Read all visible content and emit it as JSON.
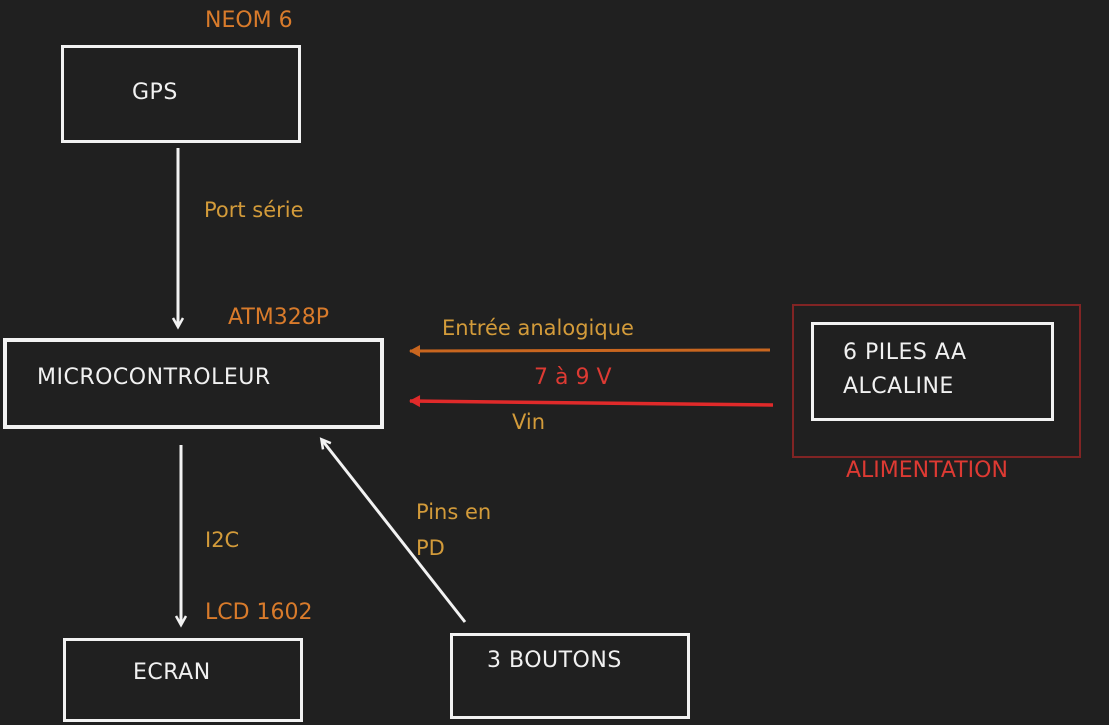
{
  "diagram": {
    "gps": {
      "label": "GPS",
      "module_label": "NEOM 6"
    },
    "microcontroller": {
      "label": "MICROCONTROLEUR",
      "chip_label": "ATM328P"
    },
    "screen": {
      "label": "ECRAN",
      "module_label": "LCD 1602"
    },
    "buttons": {
      "label": "3 BOUTONS"
    },
    "power": {
      "line1": "6 PILES AA",
      "line2": "ALCALINE",
      "group_label": "ALIMENTATION"
    },
    "links": {
      "gps_to_mcu": "Port série",
      "analog_input": "Entrée analogique",
      "voltage": "7 à 9 V",
      "vin": "Vin",
      "mcu_to_screen": "I2C",
      "buttons_line1": "Pins en",
      "buttons_line2": "PD"
    },
    "colors": {
      "box": "#f2f2f2",
      "analog_arrow": "#c9661f",
      "vin_arrow": "#e02a2a",
      "module_text": "#d97b2b",
      "link_text": "#d39b3a",
      "power_text": "#dd3a33"
    }
  }
}
